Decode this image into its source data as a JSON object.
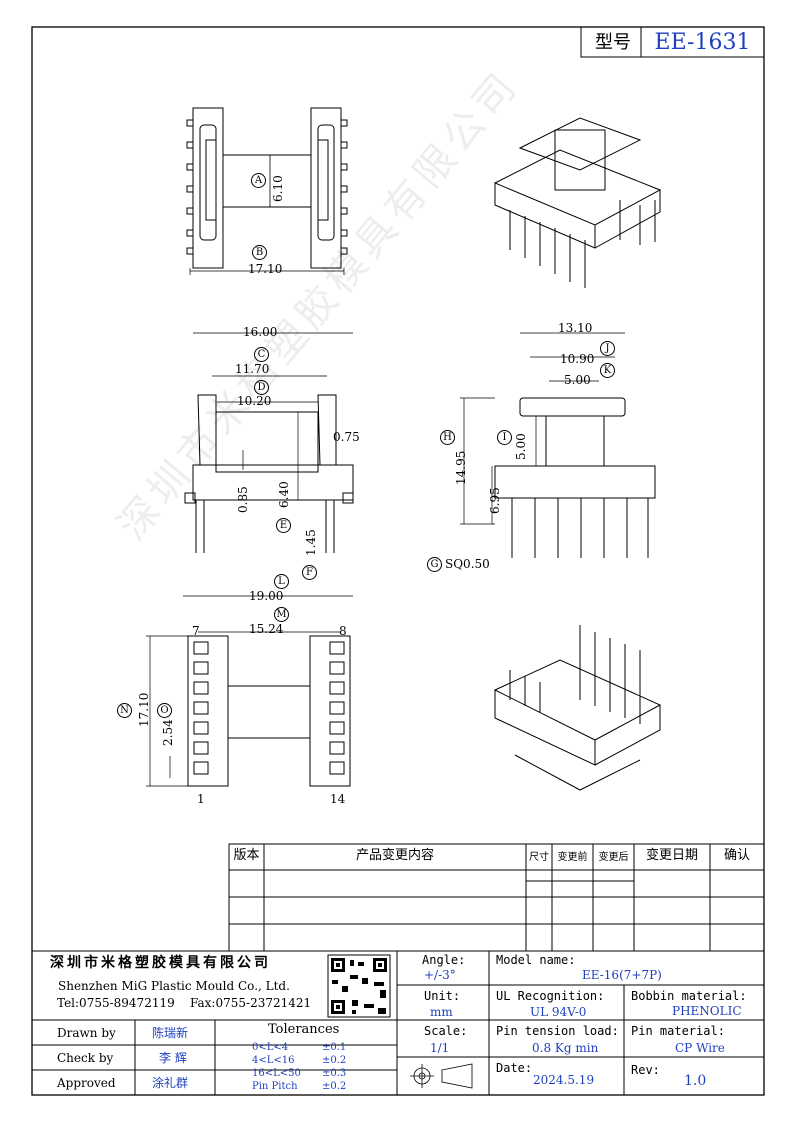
{
  "header": {
    "type_label": "型号",
    "model_code": "EE-1631"
  },
  "dimensions": {
    "top_view": {
      "a": "6.10",
      "b": "17.10"
    },
    "front_view": {
      "c": "16.00",
      "c2": "11.70",
      "d": "10.20",
      "t075": "0.75",
      "t085": "0.85",
      "e": "6.40",
      "f": "1.45"
    },
    "side_view": {
      "j": "13.10",
      "j2": "10.90",
      "k": "5.00",
      "i": "5.00",
      "h": "14.95",
      "h2": "6.95",
      "g": "SQ0.50"
    },
    "bottom_view": {
      "l": "19.00",
      "m": "15.24",
      "n": "17.10",
      "o": "2.54",
      "pin7": "7",
      "pin8": "8",
      "pin1": "1",
      "pin14": "14"
    }
  },
  "markers": [
    "A",
    "B",
    "C",
    "D",
    "E",
    "F",
    "G",
    "H",
    "I",
    "J",
    "K",
    "L",
    "M",
    "N",
    "O"
  ],
  "revision_table": {
    "headers": [
      "版本",
      "产品变更内容",
      "尺寸",
      "变更前",
      "变更后",
      "变更日期",
      "确认"
    ],
    "rows": [
      [
        "",
        "",
        "",
        "",
        "",
        "",
        ""
      ],
      [
        "",
        "",
        "",
        "",
        "",
        "",
        ""
      ],
      [
        "",
        "",
        "",
        "",
        "",
        "",
        ""
      ]
    ]
  },
  "company": {
    "name_cn": "深圳市米格塑胶模具有限公司",
    "name_en": "Shenzhen MiG Plastic Mould Co., Ltd.",
    "tel": "Tel:0755-89472119",
    "fax": "Fax:0755-23721421"
  },
  "spec": {
    "angle_label": "Angle:",
    "angle_value": "+/-3°",
    "unit_label": "Unit:",
    "unit_value": "mm",
    "scale_label": "Scale:",
    "scale_value": "1/1",
    "model_label": "Model name:",
    "model_value": "EE-16(7+7P)",
    "ul_label": "UL Recognition:",
    "ul_value": "UL 94V-0",
    "bobbin_label": "Bobbin material:",
    "bobbin_value": "PHENOLIC",
    "tension_label": "Pin tension load:",
    "tension_value": "0.8 Kg min",
    "pin_label": "Pin material:",
    "pin_value": "CP Wire",
    "date_label": "Date:",
    "date_value": "2024.5.19",
    "rev_label": "Rev:",
    "rev_value": "1.0"
  },
  "people": {
    "drawn_label": "Drawn by",
    "drawn_value": "陈瑞新",
    "check_label": "Check by",
    "check_value": "李 辉",
    "approved_label": "Approved",
    "approved_value": "涂礼群"
  },
  "tolerances": {
    "title": "Tolerances",
    "rows": [
      {
        "range": "0<L<4",
        "tol": "±0.1"
      },
      {
        "range": "4<L<16",
        "tol": "±0.2"
      },
      {
        "range": "16<L<50",
        "tol": "±0.3"
      },
      {
        "range": "Pin Pitch",
        "tol": "±0.2"
      }
    ]
  },
  "watermark": "深圳市米格塑胶模具有限公司"
}
